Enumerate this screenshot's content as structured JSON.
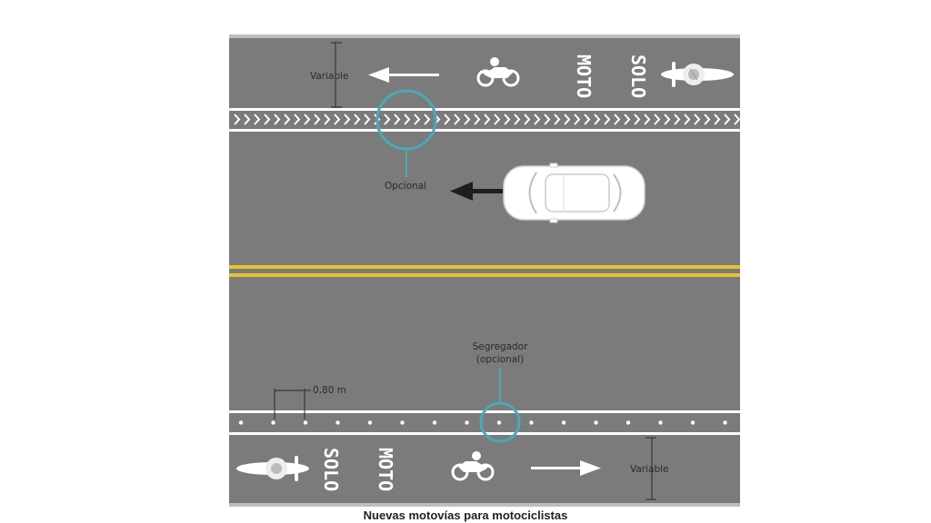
{
  "diagram": {
    "caption": "Nuevas motovías para motociclistas",
    "top_lane": {
      "moto_text": "MOTO",
      "solo_text": "SOLO",
      "width_label": "Variable"
    },
    "bottom_lane": {
      "moto_text": "MOTO",
      "solo_text": "SOLO",
      "width_label": "Variable"
    },
    "callouts": {
      "optional_marking": "Opcional",
      "segregator_line1": "Segregador",
      "segregator_line2": "(opcional)",
      "spacing": "0,80 m"
    },
    "colors": {
      "asphalt": "#7b7b7b",
      "marking": "#ffffff",
      "center_line": "#e8c12f",
      "callout_circle": "#4aa9b7",
      "label_text": "#2a2a2a"
    },
    "icons": {
      "motorcycle_top_view": "motorcycle-top-icon",
      "motorcycle_symbol": "motorcycle-symbol-icon",
      "car": "car-top-icon",
      "direction_arrow": "arrow-icon"
    }
  }
}
